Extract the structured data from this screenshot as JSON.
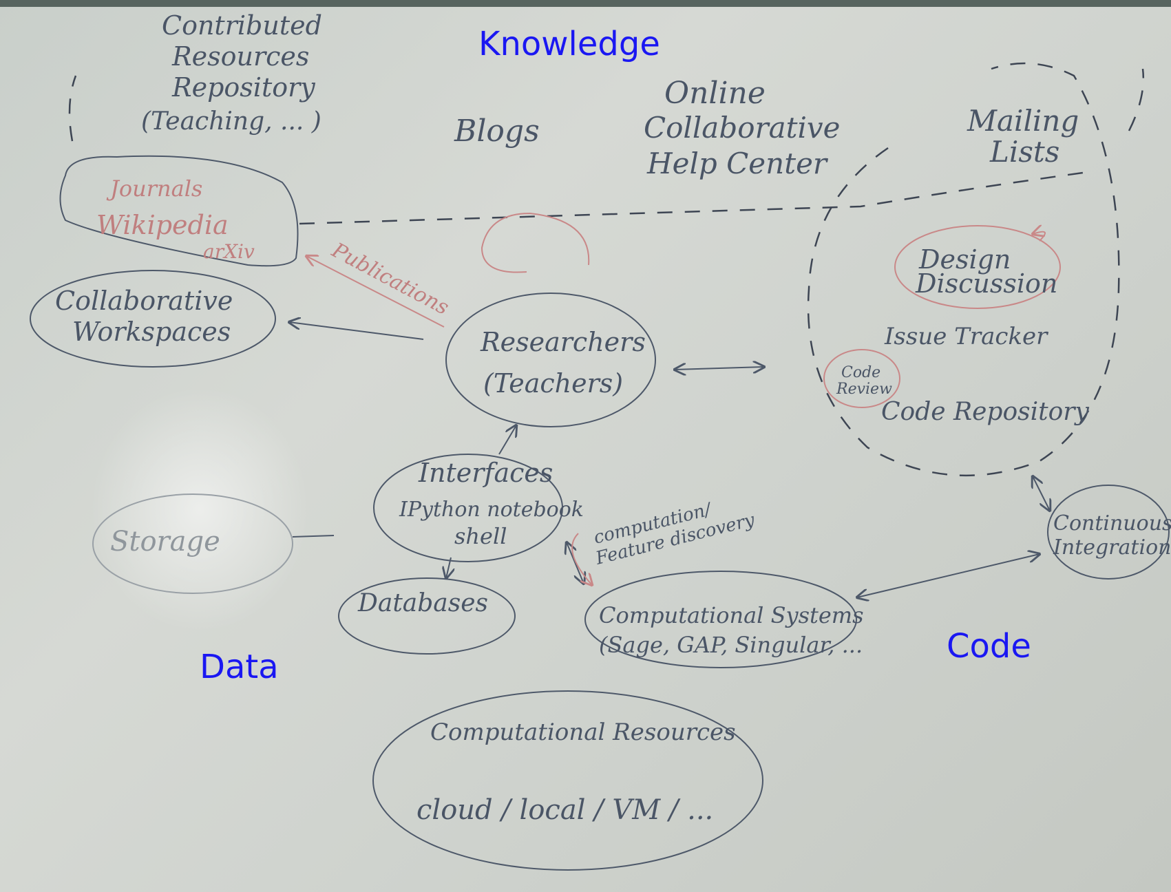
{
  "labels": {
    "knowledge": "Knowledge",
    "data": "Data",
    "code": "Code"
  },
  "nodes": {
    "contributed_resources": [
      "Contributed",
      "Resources",
      "Repository",
      "(Teaching, ... )"
    ],
    "blogs": "Blogs",
    "help_center": [
      "Online",
      "Collaborative",
      "Help Center"
    ],
    "mailing_lists": [
      "Mailing",
      "Lists"
    ],
    "journals": "Journals",
    "wikipedia": "Wikipedia",
    "arxiv": "arXiv",
    "publications": "Publications",
    "collaborative_workspaces": [
      "Collaborative",
      "Workspaces"
    ],
    "researchers": [
      "Researchers",
      "(Teachers)"
    ],
    "design_discussion": [
      "Design",
      "Discussion"
    ],
    "issue_tracker": "Issue Tracker",
    "code_review": [
      "Code",
      "Review"
    ],
    "code_repository": "Code Repository",
    "interfaces": [
      "Interfaces",
      "IPython notebook",
      "shell"
    ],
    "computation_feature": [
      "computation/",
      "Feature discovery"
    ],
    "storage": "Storage",
    "databases": "Databases",
    "computational_systems": [
      "Computational Systems",
      "(Sage, GAP, Singular, ..."
    ],
    "continuous_integration": [
      "Continuous",
      "Integration"
    ],
    "computational_resources": [
      "Computational Resources",
      "cloud / local / VM / ..."
    ]
  }
}
